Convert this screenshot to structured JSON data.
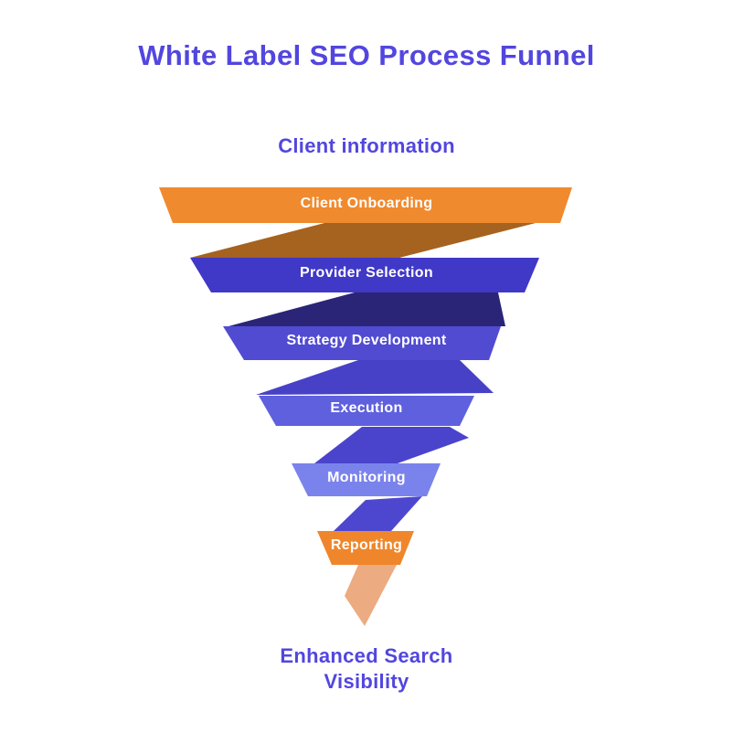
{
  "title": "White Label SEO Process Funnel",
  "top_label": "Client information",
  "bottom_label": "Enhanced Search Visibility",
  "colors": {
    "background": "#FFFFFF",
    "heading_text": "#5246DF",
    "stage_text": "#FFFFFF"
  },
  "chart_data": {
    "type": "funnel",
    "title": "White Label SEO Process Funnel",
    "input_label": "Client information",
    "output_label": "Enhanced Search Visibility",
    "stages": [
      {
        "order": 1,
        "label": "Client Onboarding",
        "band_color": "#F08A2E",
        "fold_below_color": "#A6621F"
      },
      {
        "order": 2,
        "label": "Provider Selection",
        "band_color": "#4038C6",
        "fold_below_color": "#2B2577"
      },
      {
        "order": 3,
        "label": "Strategy Development",
        "band_color": "#514BD2",
        "fold_below_color": "#4741C7"
      },
      {
        "order": 4,
        "label": "Execution",
        "band_color": "#5E60DE",
        "fold_below_color": "#4A44CC"
      },
      {
        "order": 5,
        "label": "Monitoring",
        "band_color": "#7A83EB",
        "fold_below_color": "#4D47D0"
      },
      {
        "order": 6,
        "label": "Reporting",
        "band_color": "#F0862B",
        "fold_below_color": "#ECAB80"
      }
    ]
  }
}
